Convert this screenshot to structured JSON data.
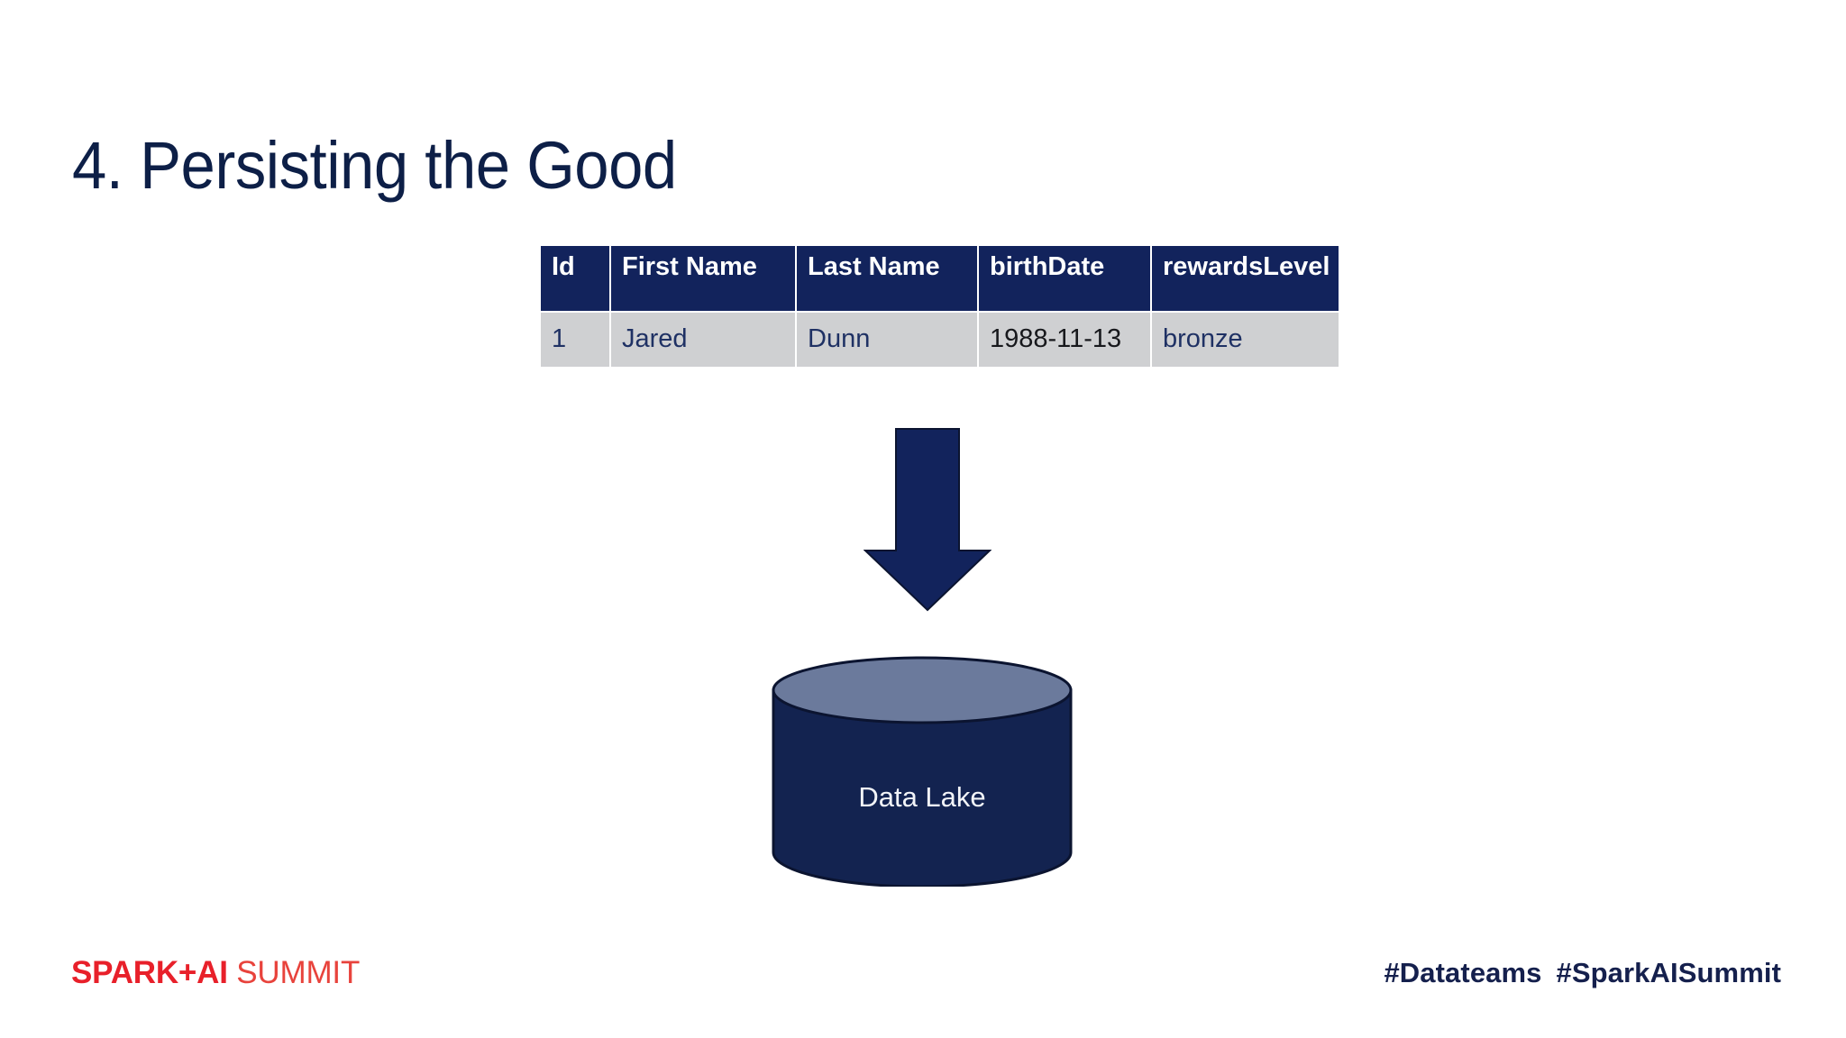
{
  "slide": {
    "title": "4. Persisting the Good",
    "background_color": "#ffffff",
    "accent_navy": "#12235c",
    "accent_red": "#e8202a"
  },
  "table": {
    "header_background": "#12235c",
    "row_background": "#cfd0d2",
    "columns": [
      "Id",
      "First Name",
      "Last Name",
      "birthDate",
      "rewardsLevel"
    ],
    "rows": [
      {
        "id": "1",
        "first_name": "Jared",
        "last_name": "Dunn",
        "birth_date": "1988-11-13",
        "rewards_level": "bronze"
      }
    ]
  },
  "arrow": {
    "direction": "down",
    "color": "#12235c"
  },
  "datastore": {
    "label": "Data Lake",
    "body_color": "#132350",
    "top_color": "#6b7a9c",
    "outline_color": "#0b1430"
  },
  "footer": {
    "logo_strong": "SPARK+AI",
    "logo_light": "SUMMIT",
    "hashtag_one": "#Datateams",
    "hashtag_two": "#SparkAISummit"
  }
}
